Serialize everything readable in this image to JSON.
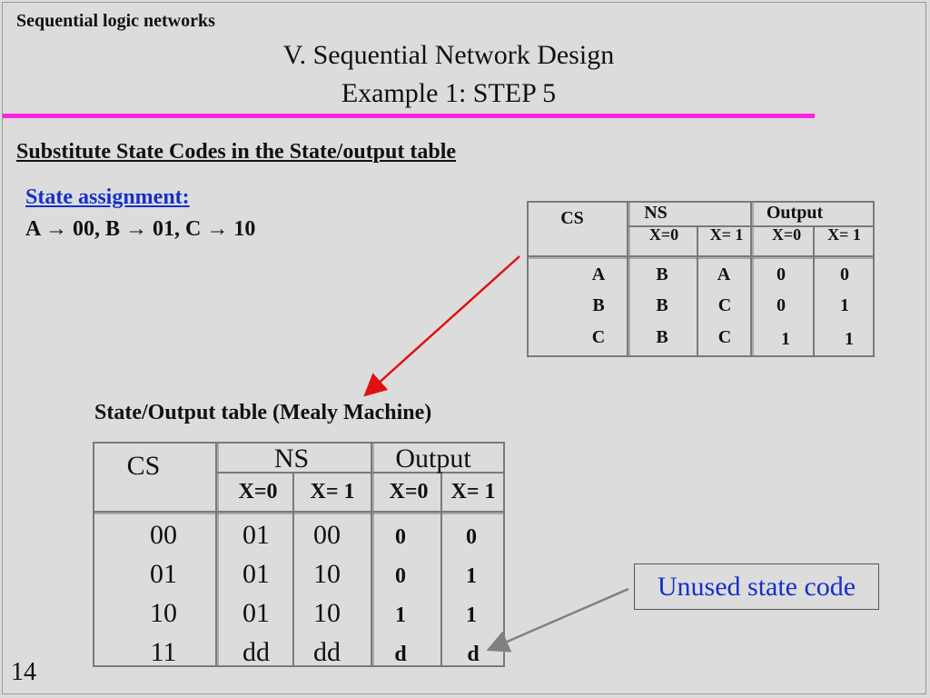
{
  "header": {
    "course": "Sequential logic networks",
    "title": "V. Sequential Network Design",
    "subtitle": "Example 1: STEP 5"
  },
  "section_heading": "Substitute State Codes in the State/output table ",
  "state_assignment": {
    "label": "State assignment",
    "colon": ":",
    "mapping": "A → 00, B → 01, C → 10"
  },
  "symbolic_table": {
    "cs_header": "CS",
    "ns_header": "NS",
    "output_header": "Output",
    "sub_headers": [
      "X=0",
      "X= 1",
      "X=0",
      "X= 1"
    ],
    "rows": [
      {
        "cs": "A",
        "ns0": "B",
        "ns1": "A",
        "z0": "0",
        "z1": "0"
      },
      {
        "cs": "B",
        "ns0": "B",
        "ns1": "C",
        "z0": "0",
        "z1": "1"
      },
      {
        "cs": "C",
        "ns0": "B",
        "ns1": "C",
        "z0": "1",
        "z1": "1"
      }
    ]
  },
  "coded_table": {
    "caption_bold": "State/Output table",
    "caption_rest": " (Mealy Machine)",
    "cs_header": "CS",
    "ns_header": "NS",
    "output_header": "Output",
    "sub_headers": [
      "X=0",
      "X= 1",
      "X=0",
      "X= 1"
    ],
    "rows": [
      {
        "cs": "00",
        "ns0": "01",
        "ns1": "00",
        "z0": "0",
        "z1": "0"
      },
      {
        "cs": "01",
        "ns0": "01",
        "ns1": "10",
        "z0": "0",
        "z1": "1"
      },
      {
        "cs": "10",
        "ns0": "01",
        "ns1": "10",
        "z0": "1",
        "z1": "1"
      },
      {
        "cs": "11",
        "ns0": "dd",
        "ns1": "dd",
        "z0": "d",
        "z1": "d"
      }
    ]
  },
  "callout": "Unused state code",
  "page_number": "14",
  "colors": {
    "accent_rule": "#ff22e0",
    "link_blue": "#1530c8",
    "arrow_red": "#e01010",
    "arrow_gray": "#808080"
  }
}
